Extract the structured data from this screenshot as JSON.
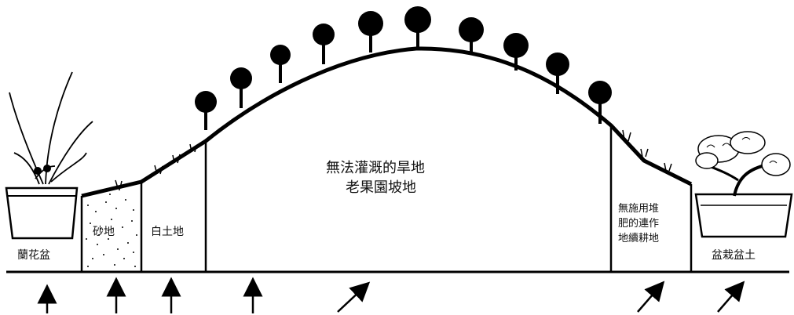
{
  "labels": {
    "orchid_pot": "蘭花盆",
    "sandy_land": "砂地",
    "white_soil_land": "白土地",
    "main_line1": "無法灌溉的旱地",
    "main_line2": "老果園坡地",
    "right_line1": "無施用堆",
    "right_line2": "肥的連作",
    "right_line3": "地續耕地",
    "bonsai_soil": "盆栽盆土"
  },
  "icons": [
    "orchid-plant-icon",
    "bonsai-tree-icon",
    "tree-icon",
    "grass-icon",
    "arrow-icon"
  ]
}
